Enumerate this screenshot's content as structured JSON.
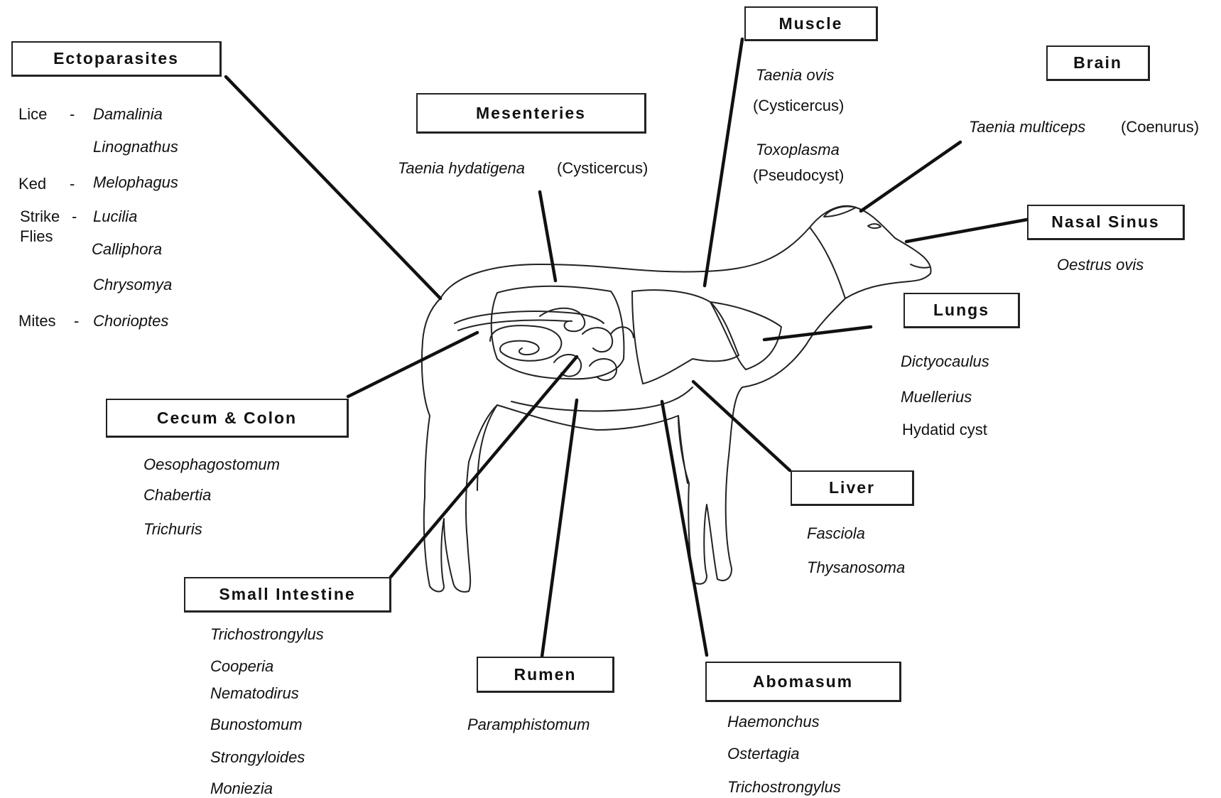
{
  "organs": {
    "ectoparasites": {
      "label": "Ectoparasites",
      "groups": [
        {
          "host": "Lice",
          "sep": "-",
          "parasites": [
            "Damalinia",
            "Linognathus"
          ]
        },
        {
          "host": "Ked",
          "sep": "-",
          "parasites": [
            "Melophagus"
          ]
        },
        {
          "host": "Strike",
          "host2": "Flies",
          "sep": "-",
          "parasites": [
            "Lucilia",
            "Calliphora",
            "Chrysomya"
          ]
        },
        {
          "host": "Mites",
          "sep": "-",
          "parasites": [
            "Chorioptes"
          ]
        }
      ]
    },
    "mesenteries": {
      "label": "Mesenteries",
      "parasite": "Taenia hydatigena",
      "stage": "(Cysticercus)"
    },
    "muscle": {
      "label": "Muscle",
      "p1": "Taenia ovis",
      "s1": "(Cysticercus)",
      "p2": "Toxoplasma",
      "s2": "(Pseudocyst)"
    },
    "brain": {
      "label": "Brain",
      "parasite": "Taenia multiceps",
      "stage": "(Coenurus)"
    },
    "nasal_sinus": {
      "label": "Nasal  Sinus",
      "parasites": [
        "Oestrus ovis"
      ]
    },
    "lungs": {
      "label": "Lungs",
      "parasites": [
        "Dictyocaulus",
        "Muellerius"
      ],
      "other": "Hydatid cyst"
    },
    "cecum_colon": {
      "label": "Cecum  &  Colon",
      "parasites": [
        "Oesophagostomum",
        "Chabertia",
        "Trichuris"
      ]
    },
    "liver": {
      "label": "Liver",
      "parasites": [
        "Fasciola",
        "Thysanosoma"
      ]
    },
    "small_intestine": {
      "label": "Small  Intestine",
      "parasites": [
        "Trichostrongylus",
        "Cooperia",
        "Nematodirus",
        "Bunostomum",
        "Strongyloides",
        "Moniezia"
      ]
    },
    "rumen": {
      "label": "Rumen",
      "parasites": [
        "Paramphistomum"
      ]
    },
    "abomasum": {
      "label": "Abomasum",
      "parasites": [
        "Haemonchus",
        "Ostertagia",
        "Trichostrongylus"
      ]
    }
  }
}
